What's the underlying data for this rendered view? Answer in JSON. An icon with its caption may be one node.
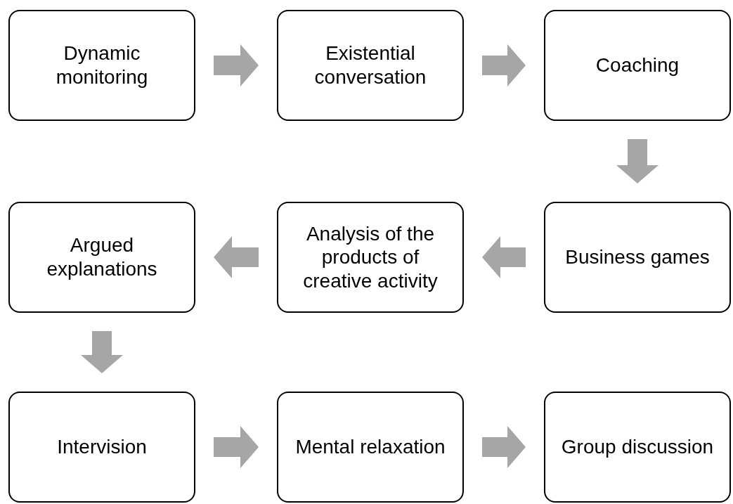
{
  "diagram": {
    "nodes": [
      {
        "text": [
          "Dynamic monitoring"
        ]
      },
      {
        "text": [
          "Existential conversation"
        ]
      },
      {
        "text": [
          "Coaching"
        ]
      },
      {
        "text": [
          "Argued explanations"
        ]
      },
      {
        "text": [
          "Analysis of the products of creative activity"
        ]
      },
      {
        "text": [
          "Business games"
        ]
      },
      {
        "text": [
          "Intervision"
        ]
      },
      {
        "text": [
          "Mental relaxation"
        ]
      },
      {
        "text": [
          "Group discussion"
        ]
      }
    ],
    "edges": [
      {
        "from": 0,
        "to": 1,
        "arrow": "to"
      },
      {
        "from": 1,
        "to": 2,
        "arrow": "to"
      },
      {
        "from": 2,
        "to": 5,
        "arrow": "to"
      },
      {
        "from": 5,
        "to": 4,
        "arrow": "to"
      },
      {
        "from": 4,
        "to": 3,
        "arrow": "to"
      },
      {
        "from": 3,
        "to": 6,
        "arrow": "to"
      },
      {
        "from": 6,
        "to": 7,
        "arrow": "to"
      },
      {
        "from": 7,
        "to": 8,
        "arrow": "to"
      }
    ]
  }
}
